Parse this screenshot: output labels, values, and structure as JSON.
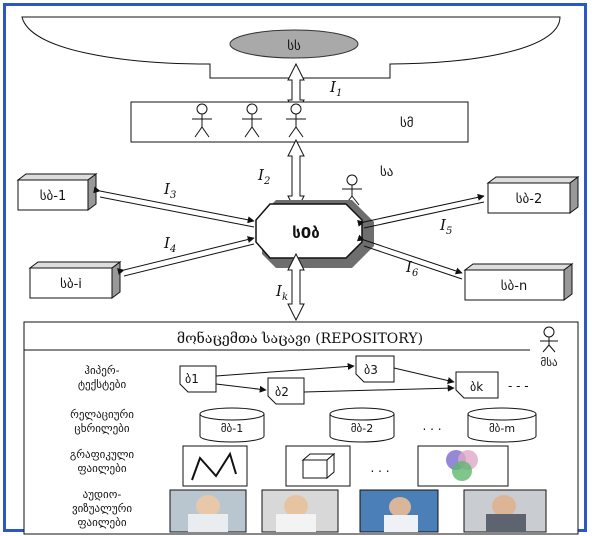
{
  "top": {
    "source_label": "სს",
    "users_label": "სმ",
    "admin_label": "სა",
    "center_label": "ს0ბ"
  },
  "interfaces": {
    "i1": "I",
    "i1_sub": "1",
    "i2": "I",
    "i2_sub": "2",
    "i3": "I",
    "i3_sub": "3",
    "i4": "I",
    "i4_sub": "4",
    "i5": "I",
    "i5_sub": "5",
    "i6": "I",
    "i6_sub": "6",
    "ik": "I",
    "ik_sub": "k"
  },
  "nodes": {
    "n1": "სბ-1",
    "ni": "სბ-i",
    "n2": "სბ-2",
    "nn": "სბ-n"
  },
  "repository": {
    "title": "მონაცემთა საცავი (REPOSITORY)",
    "admin_label": "მსა",
    "rows": [
      {
        "label1": "ჰიპერ-",
        "label2": "ტექსტები"
      },
      {
        "label1": "რელაციური",
        "label2": "ცხრილები"
      },
      {
        "label1": "გრაფიკული",
        "label2": "ფაილები"
      },
      {
        "label1": "აუდიო-",
        "label2": "ვიზუალური"
      },
      {
        "label1": "",
        "label2": "ფაილები"
      }
    ],
    "docs": [
      "ბ1",
      "ბ2",
      "ბ3",
      "ბk"
    ],
    "dbs": [
      "მბ-1",
      "მბ-2",
      "მბ-m"
    ],
    "ellipsis": ". . .",
    "trail": "- - -"
  }
}
